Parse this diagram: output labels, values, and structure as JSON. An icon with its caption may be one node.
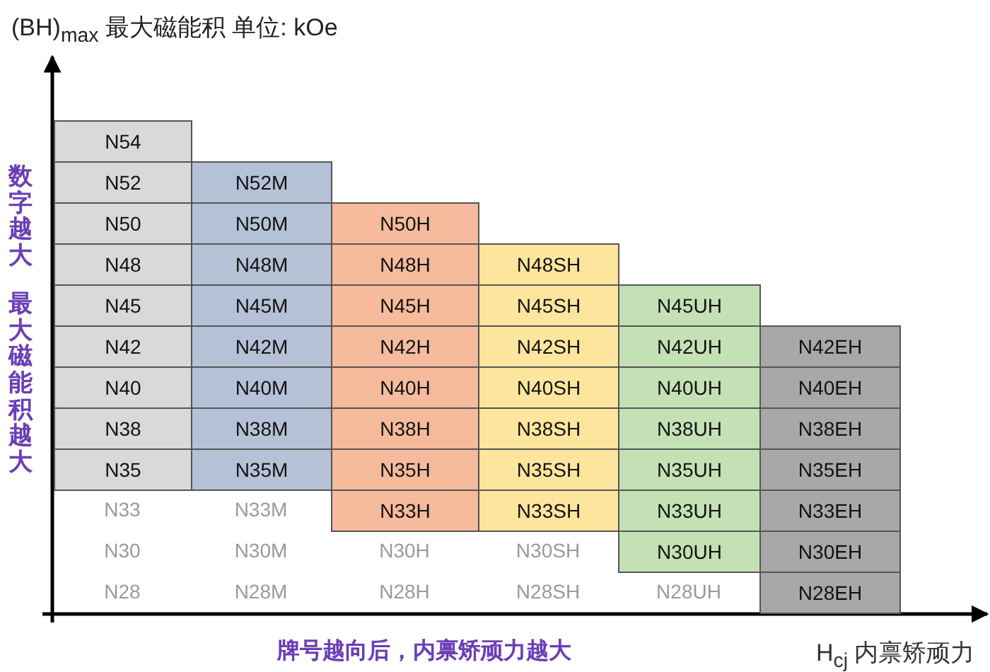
{
  "diagram": {
    "nodes": [
      {
        "text": [
          "N54"
        ]
      },
      {
        "text": [
          "N52"
        ]
      },
      {
        "text": [
          "N52M"
        ]
      },
      {
        "text": [
          "N50"
        ]
      },
      {
        "text": [
          "N50M"
        ]
      },
      {
        "text": [
          "N50H"
        ]
      },
      {
        "text": [
          "N48"
        ]
      },
      {
        "text": [
          "N48M"
        ]
      },
      {
        "text": [
          "N48H"
        ]
      },
      {
        "text": [
          "N48SH"
        ]
      },
      {
        "text": [
          "N45"
        ]
      },
      {
        "text": [
          "N45M"
        ]
      },
      {
        "text": [
          "N45H"
        ]
      },
      {
        "text": [
          "N45SH"
        ]
      },
      {
        "text": [
          "N45UH"
        ]
      },
      {
        "text": [
          "N42"
        ]
      },
      {
        "text": [
          "N42M"
        ]
      },
      {
        "text": [
          "N42H"
        ]
      },
      {
        "text": [
          "N42SH"
        ]
      },
      {
        "text": [
          "N42UH"
        ]
      },
      {
        "text": [
          "N42EH"
        ]
      },
      {
        "text": [
          "N40"
        ]
      },
      {
        "text": [
          "N40M"
        ]
      },
      {
        "text": [
          "N40H"
        ]
      },
      {
        "text": [
          "N40SH"
        ]
      },
      {
        "text": [
          "N40UH"
        ]
      },
      {
        "text": [
          "N40EH"
        ]
      },
      {
        "text": [
          "N38"
        ]
      },
      {
        "text": [
          "N38M"
        ]
      },
      {
        "text": [
          "N38H"
        ]
      },
      {
        "text": [
          "N38SH"
        ]
      },
      {
        "text": [
          "N38UH"
        ]
      },
      {
        "text": [
          "N38EH"
        ]
      },
      {
        "text": [
          "N35"
        ]
      },
      {
        "text": [
          "N35M"
        ]
      },
      {
        "text": [
          "N35H"
        ]
      },
      {
        "text": [
          "N35SH"
        ]
      },
      {
        "text": [
          "N35UH"
        ]
      },
      {
        "text": [
          "N35EH"
        ]
      },
      {
        "text": [
          "N33H"
        ]
      },
      {
        "text": [
          "N33SH"
        ]
      },
      {
        "text": [
          "N33UH"
        ]
      },
      {
        "text": [
          "N33EH"
        ]
      },
      {
        "text": [
          "N30UH"
        ]
      },
      {
        "text": [
          "N30EH"
        ]
      },
      {
        "text": [
          "N28EH"
        ]
      }
    ],
    "labels": [
      "(BH)$_{max}$ 最大磁能积 单位: kOe",
      "数字越大",
      "最大磁能积越大",
      "N33",
      "N33M",
      "N30",
      "N30M",
      "N30H",
      "N30SH",
      "N28",
      "N28M",
      "N28H",
      "N28SH",
      "N28UH",
      "牌号越向后，内禀矫顽力越大",
      "H$_{cj}$ 内禀矫顽力"
    ]
  }
}
